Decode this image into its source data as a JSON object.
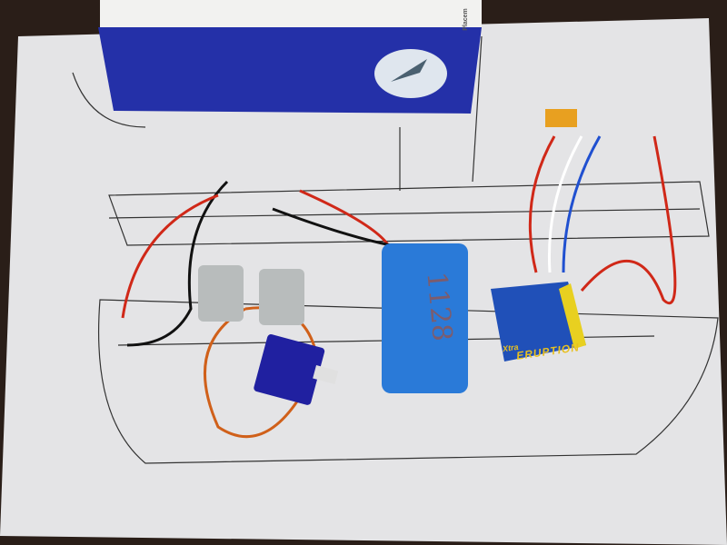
{
  "photo": {
    "esc_brand": "ERUPTION",
    "esc_series": "Xtra",
    "box_side_text": "Placem",
    "battery_handwriting": "1128"
  },
  "colors": {
    "paper": "#e6e6e8",
    "box_blue": "#2430a8",
    "battery_blue": "#2a7ad8",
    "esc_blue": "#2050b8",
    "wire_red": "#d02818"
  }
}
